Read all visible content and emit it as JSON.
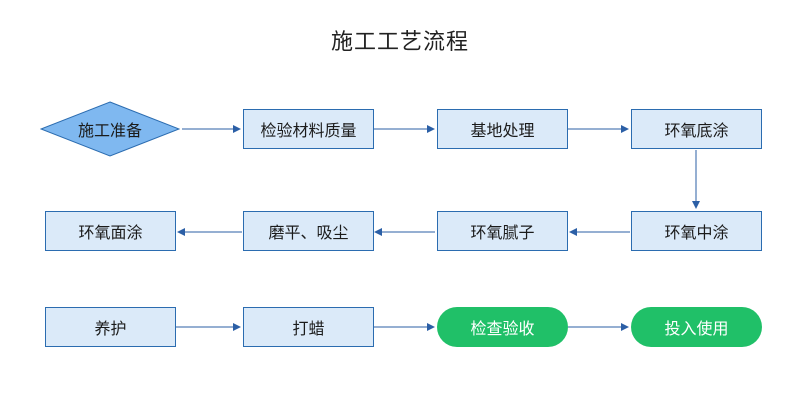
{
  "title": "施工工艺流程",
  "steps": {
    "start": "施工准备",
    "s1": "检验材料质量",
    "s2": "基地处理",
    "s3": "环氧底涂",
    "s4": "环氧中涂",
    "s5": "环氧腻子",
    "s6": "磨平、吸尘",
    "s7": "环氧面涂",
    "s8": "养护",
    "s9": "打蜡",
    "s10": "检查验收",
    "s11": "投入使用"
  },
  "colors": {
    "box_fill": "#dbeaf9",
    "box_border": "#2b6cb0",
    "diamond_fill": "#7fb8f0",
    "arrow": "#2b5fa6",
    "pill_fill": "#20c068",
    "pill_text": "#ffffff"
  }
}
